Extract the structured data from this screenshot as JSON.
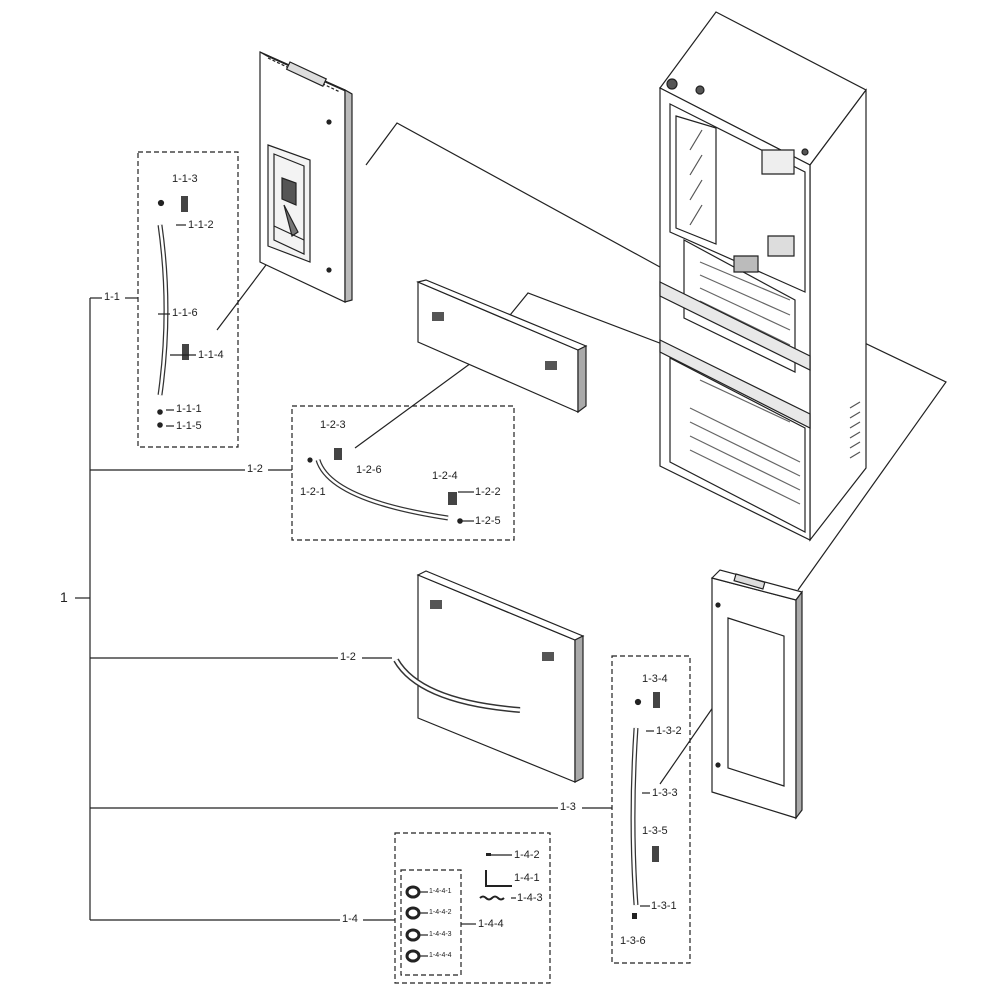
{
  "labels": {
    "root": "1",
    "a1_1": "1-1",
    "a1_2_top": "1-2",
    "a1_2_mid": "1-2",
    "a1_3": "1-3",
    "a1_4": "1-4",
    "p1_1_1": "1-1-1",
    "p1_1_2": "1-1-2",
    "p1_1_3": "1-1-3",
    "p1_1_4": "1-1-4",
    "p1_1_5": "1-1-5",
    "p1_1_6": "1-1-6",
    "p1_2_1": "1-2-1",
    "p1_2_2": "1-2-2",
    "p1_2_3": "1-2-3",
    "p1_2_4": "1-2-4",
    "p1_2_5": "1-2-5",
    "p1_2_6": "1-2-6",
    "p1_3_1": "1-3-1",
    "p1_3_2": "1-3-2",
    "p1_3_3": "1-3-3",
    "p1_3_4": "1-3-4",
    "p1_3_5": "1-3-5",
    "p1_3_6": "1-3-6",
    "p1_4_1": "1-4-1",
    "p1_4_2": "1-4-2",
    "p1_4_3": "1-4-3",
    "p1_4_4": "1-4-4",
    "p1_4_4_1": "1-4-4-1",
    "p1_4_4_2": "1-4-4-2",
    "p1_4_4_3": "1-4-4-3",
    "p1_4_4_4": "1-4-4-4"
  },
  "colors": {
    "line": "#222222",
    "fill": "#ffffff",
    "shade": "#9a9a9a"
  }
}
